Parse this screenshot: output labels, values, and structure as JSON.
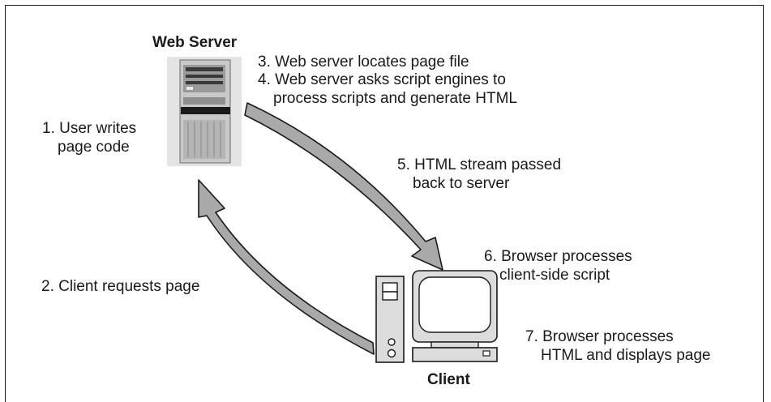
{
  "web_server": {
    "title": "Web Server"
  },
  "client": {
    "title": "Client"
  },
  "steps": {
    "s1": [
      "1. User writes",
      "page code"
    ],
    "s2": [
      "2. Client requests page"
    ],
    "s3": [
      "3. Web server locates page file"
    ],
    "s4": [
      "4. Web server asks script engines to",
      "process scripts and generate HTML"
    ],
    "s5": [
      "5. HTML stream passed",
      "back to server"
    ],
    "s6": [
      "6. Browser processes",
      "client-side script"
    ],
    "s7": [
      "7. Browser processes",
      "HTML and displays page"
    ]
  },
  "colors": {
    "arrow_fill": "#a9a9a9",
    "outline": "#1a1a1a",
    "server_body": "#c9c9c9",
    "server_bg": "#e4e4e4",
    "client_body": "#dcdcdc",
    "screen": "#ffffff"
  }
}
